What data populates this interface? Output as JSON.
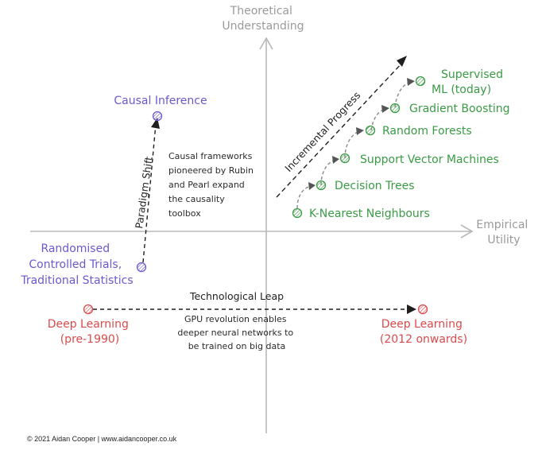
{
  "axes": {
    "y_label": [
      "Theoretical",
      "Understanding"
    ],
    "x_label": [
      "Empirical",
      "Utility"
    ]
  },
  "nodes": {
    "causal_inference": {
      "label": [
        "Causal Inference"
      ]
    },
    "rct": {
      "label": [
        "Randomised",
        "Controlled Trials,",
        "Traditional Statistics"
      ]
    },
    "dl_pre": {
      "label": [
        "Deep Learning",
        "(pre-1990)"
      ]
    },
    "dl_post": {
      "label": [
        "Deep Learning",
        "(2012 onwards)"
      ]
    },
    "knn": {
      "label": [
        "K-Nearest Neighbours"
      ]
    },
    "dt": {
      "label": [
        "Decision Trees"
      ]
    },
    "svm": {
      "label": [
        "Support Vector Machines"
      ]
    },
    "rf": {
      "label": [
        "Random Forests"
      ]
    },
    "gb": {
      "label": [
        "Gradient Boosting"
      ]
    },
    "sml": {
      "label": [
        "Supervised",
        "ML (today)"
      ]
    }
  },
  "annotations": {
    "paradigm_shift": "Paradigm Shift",
    "incremental_progress": "Incremental Progress",
    "technological_leap": "Technological Leap",
    "causal_note": [
      "Causal frameworks",
      "pioneered by Rubin",
      "and Pearl expand",
      "the causality",
      "toolbox"
    ],
    "gpu_note": [
      "GPU revolution enables",
      "deeper neural networks to",
      "be trained on big data"
    ]
  },
  "colors": {
    "axis": "#b8b8b8",
    "purple": "#6a5acd",
    "red": "#d94b4b",
    "green": "#3a9a45",
    "gray_dash": "#8a8a8a",
    "black": "#1f1f1f"
  },
  "footer": {
    "copyright": "© 2021 Aidan Cooper | www.aidancooper.co.uk"
  }
}
